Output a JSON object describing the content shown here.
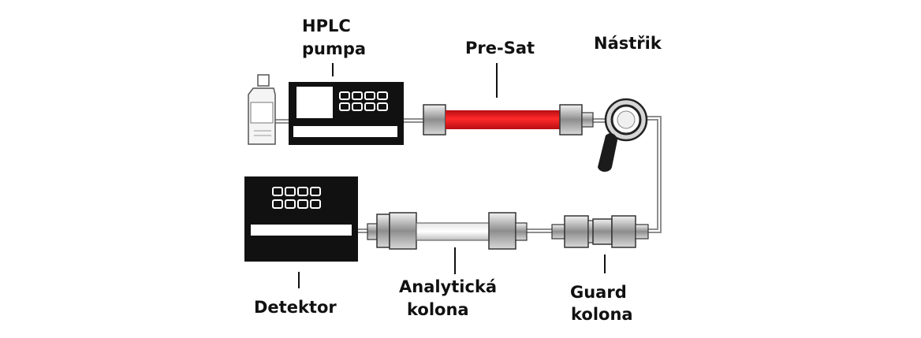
{
  "labels": {
    "pump_line1": "HPLC",
    "pump_line2": "pumpa",
    "presat": "Pre-Sat",
    "injector": "Nástřik",
    "detector": "Detektor",
    "analytical_line1": "Analytická",
    "analytical_line2": "kolona",
    "guard_line1": "Guard",
    "guard_line2": "kolona"
  },
  "colors": {
    "presat_column": "#e8141b",
    "device_body": "#111111",
    "fitting": "#b0b0b0",
    "tubing": "#9a9a9a",
    "background": "#ffffff"
  },
  "icons": [
    "solvent-bottle-icon",
    "pump-icon",
    "detector-icon",
    "injector-valve-icon"
  ]
}
